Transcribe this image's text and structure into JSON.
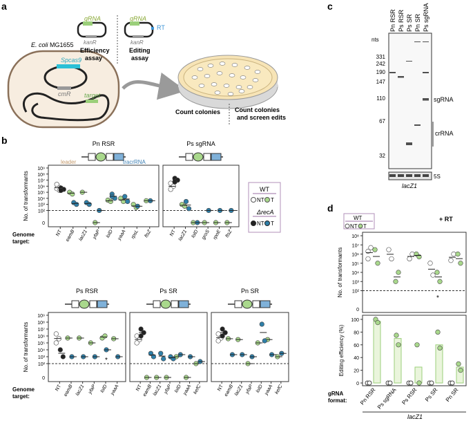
{
  "panel_letters": {
    "a": "a",
    "b": "b",
    "c": "c",
    "d": "d"
  },
  "panel_a": {
    "strain": "E. coli",
    "strain_suffix": " MG1655",
    "plasmid1_gene": "Spcas9",
    "plasmid1_marker": "cmR",
    "target_label": "target",
    "efficiency_plasmid": {
      "gene": "gRNA",
      "marker": "kanR",
      "label_line1": "Efficiency",
      "label_line2": "assay"
    },
    "editing_plasmid": {
      "gene": "gRNA",
      "marker": "kanR",
      "extra": "RT",
      "label_line1": "Editing",
      "label_line2": "assay"
    },
    "count1": "Count colonies",
    "count2_line1": "Count colonies",
    "count2_line2": "and screen edits"
  },
  "panel_b": {
    "leader_label": "leader",
    "tracr_label": "tracrRNA",
    "ylabel": "No. of transformants",
    "genome_target_label": "Genome\ntarget:",
    "yticks": [
      "10⁹",
      "10⁸",
      "10⁷",
      "10⁶",
      "10⁵",
      "10⁴",
      "10³",
      "10²"
    ],
    "legend": {
      "wt": "WT",
      "nt": "NT",
      "t": "T",
      "reca": "ΔrecA"
    },
    "subplots": [
      {
        "title": "Pn RSR",
        "targets": [
          "NT",
          "eamB",
          "lacZ1",
          "yfaP",
          "lolD",
          "yaaA",
          "rpsL",
          "ftsZ"
        ]
      },
      {
        "title": "Ps sgRNA",
        "targets": [
          "NT",
          "lacZ1",
          "lolD",
          "groS",
          "rpoE",
          "ftsZ"
        ]
      },
      {
        "title": "Ps RSR",
        "targets": [
          "NT",
          "eamB",
          "lacZ1",
          "yfaP",
          "lolD",
          "yaaA"
        ]
      },
      {
        "title": "Ps SR",
        "targets": [
          "NT",
          "eamB",
          "lacZ1",
          "yfaP",
          "lolD",
          "yaaA",
          "kefC"
        ]
      },
      {
        "title": "Pn SR",
        "targets": [
          "NT",
          "eamB",
          "lacZ1",
          "yfaP",
          "lolD",
          "yaaA",
          "kefC"
        ]
      }
    ],
    "asterisk": "*"
  },
  "panel_c": {
    "lanes": [
      "Pn RSR",
      "Ps RSR",
      "Ps SR",
      "Pn SR",
      "Ps sgRNA"
    ],
    "nts_label": "nts",
    "markers": [
      "331",
      "242",
      "190",
      "147",
      "110",
      "67",
      "32"
    ],
    "band_labels": {
      "sgrna": "sgRNA",
      "crrna": "crRNA",
      "s5": "5S"
    },
    "gene": "lacZ1"
  },
  "panel_d": {
    "legend": {
      "wt": "WT",
      "nt": "NT",
      "t": "T"
    },
    "plus_rt": "+ RT",
    "ylabel_top": "No. of transformants",
    "yticks_top": [
      "10⁸",
      "10⁷",
      "10⁶",
      "10⁵",
      "10⁴",
      "10³",
      "10²"
    ],
    "ylabel_bottom": "Editing efficiency (%)",
    "yticks_bottom": [
      "100",
      "80",
      "60",
      "40",
      "20",
      "0"
    ],
    "format_label": "gRNA\nformat:",
    "categories": [
      "Pn RSR",
      "Ps sgRNA",
      "Ps RSR",
      "Ps SR",
      "Pn SR"
    ],
    "gene": "lacZ1",
    "asterisk": "*"
  },
  "chart_data": [
    {
      "type": "scatter",
      "title": "Pn RSR",
      "ylabel": "No. of transformants",
      "categories": [
        "NT",
        "eamB",
        "lacZ1",
        "yfaP",
        "lolD",
        "yaaA",
        "rpsL",
        "ftsZ"
      ],
      "series": [
        {
          "name": "WT NT",
          "values": [
            [
              2000000.0,
              600000.0,
              400000.0,
              200000.0
            ]
          ]
        },
        {
          "name": "WT T",
          "values": [
            [],
            [
              100000.0,
              50000.0
            ],
            [
              100000.0
            ],
            [
              1
            ],
            [
              5000.0,
              3000.0
            ],
            [
              10000.0,
              3000.0
            ],
            [
              1000.0,
              300.0
            ],
            [
              4000.0
            ]
          ]
        },
        {
          "name": "ΔrecA NT",
          "values": [
            [
              500000.0,
              300000.0,
              200000.0
            ]
          ]
        },
        {
          "name": "ΔrecA T",
          "values": [
            [],
            [
              2000.0,
              1000.0
            ],
            [
              2000.0,
              1000.0
            ],
            [
              100.0
            ],
            [
              50000.0,
              10000.0,
              20000.0
            ],
            [
              20000.0,
              3000.0
            ],
            [
              500.0
            ],
            [
              4000.0
            ]
          ]
        }
      ],
      "yscale": "log",
      "ylim": [
        1,
        1000000000.0
      ]
    },
    {
      "type": "scatter",
      "title": "Ps sgRNA",
      "ylabel": "No. of transformants",
      "categories": [
        "NT",
        "lacZ1",
        "lolD",
        "groS",
        "rpoE",
        "ftsZ"
      ],
      "series": [
        {
          "name": "WT NT",
          "values": [
            [
              3000000.0,
              1000000.0,
              300000.0
            ]
          ]
        },
        {
          "name": "WT T",
          "values": [
            [],
            [
              1000.0,
              500.0
            ],
            [
              1
            ],
            [
              1
            ],
            [
              1
            ],
            [
              1
            ]
          ]
        },
        {
          "name": "ΔrecA NT",
          "values": [
            [
              20000000.0,
              10000000.0,
              5000000.0
            ]
          ]
        },
        {
          "name": "ΔrecA T",
          "values": [
            [],
            [
              3000.0,
              200.0
            ],
            [
              1
            ],
            [
              100.0
            ],
            [
              100.0
            ],
            [
              100.0
            ]
          ]
        }
      ],
      "yscale": "log",
      "ylim": [
        1,
        1000000000.0
      ]
    },
    {
      "type": "scatter",
      "title": "Ps RSR",
      "ylabel": "No. of transformants",
      "categories": [
        "NT",
        "eamB",
        "lacZ1",
        "yfaP",
        "lolD",
        "yaaA"
      ],
      "series": [
        {
          "name": "WT NT",
          "values": [
            [
              2000000.0,
              400000.0,
              100000.0
            ]
          ]
        },
        {
          "name": "WT T",
          "values": [
            [],
            [
              500000.0
            ],
            [
              500000.0
            ],
            [
              100000.0
            ],
            [
              500000.0,
              1000000.0
            ],
            [
              400000.0
            ]
          ]
        },
        {
          "name": "ΔrecA NT",
          "values": [
            [
              10000.0,
              1000.0
            ]
          ]
        },
        {
          "name": "ΔrecA T",
          "values": [
            [],
            [
              1000.0
            ],
            [
              1000.0
            ],
            [
              1000.0
            ],
            [
              10000.0
            ],
            [
              1000.0
            ]
          ]
        }
      ],
      "yscale": "log",
      "ylim": [
        1,
        1000000000.0
      ]
    },
    {
      "type": "scatter",
      "title": "Ps SR",
      "ylabel": "No. of transformants",
      "categories": [
        "NT",
        "eamB",
        "lacZ1",
        "yfaP",
        "lolD",
        "yaaA",
        "kefC"
      ],
      "series": [
        {
          "name": "WT NT",
          "values": [
            [
              1000000.0,
              300000.0,
              100000.0
            ]
          ]
        },
        {
          "name": "WT T",
          "values": [
            [],
            [
              1
            ],
            [
              1
            ],
            [
              1
            ],
            [
              1000.0
            ],
            [
              1
            ],
            [
              100.0
            ]
          ]
        },
        {
          "name": "ΔrecA NT",
          "values": [
            [
              10000000.0,
              3000000.0,
              1000000.0
            ]
          ]
        },
        {
          "name": "ΔrecA T",
          "values": [
            [],
            [
              3000.0,
              1000.0
            ],
            [
              3000.0,
              500.0
            ],
            [
              1000.0,
              500.0
            ],
            [
              2000.0
            ],
            [
              1000.0
            ],
            [
              200.0
            ]
          ]
        }
      ],
      "yscale": "log",
      "ylim": [
        1,
        1000000000.0
      ]
    },
    {
      "type": "scatter",
      "title": "Pn SR",
      "ylabel": "No. of transformants",
      "categories": [
        "NT",
        "eamB",
        "lacZ1",
        "yfaP",
        "lolD",
        "yaaA",
        "kefC"
      ],
      "series": [
        {
          "name": "WT NT",
          "values": [
            [
              2000000.0,
              500000.0,
              200000.0
            ]
          ]
        },
        {
          "name": "WT T",
          "values": [
            [],
            [
              400000.0
            ],
            [
              300000.0
            ],
            [
              100.0
            ],
            [
              100000.0
            ],
            [
              300000.0
            ],
            [
              1000.0
            ]
          ]
        },
        {
          "name": "ΔrecA NT",
          "values": [
            [
              10000000.0,
              3000000.0,
              1000000.0
            ]
          ]
        },
        {
          "name": "ΔrecA T",
          "values": [
            [],
            [
              2000.0
            ],
            [
              2000.0
            ],
            [
              1000.0
            ],
            [
              50000000.0,
              200000.0
            ],
            [
              2000.0
            ],
            [
              3000.0
            ]
          ]
        }
      ],
      "yscale": "log",
      "ylim": [
        1,
        1000000000.0
      ]
    },
    {
      "type": "scatter",
      "title": "",
      "ylabel": "No. of transformants",
      "categories": [
        "Pn RSR",
        "Ps sgRNA",
        "Ps RSR",
        "Ps SR",
        "Pn SR"
      ],
      "series": [
        {
          "name": "WT NT",
          "values": [
            [
              2000000.0,
              5000000.0,
              300000.0
            ],
            [
              3000000.0,
              300000.0
            ],
            [
              300000.0,
              1000000.0
            ],
            [
              100000.0,
              5000.0
            ],
            [
              200000.0,
              1000000.0
            ]
          ]
        },
        {
          "name": "WT T",
          "values": [
            [
              3000000.0,
              100000.0
            ],
            [
              1000.0,
              10000.0
            ],
            [
              1000000.0,
              500000.0
            ],
            [
              10000.0,
              1000.0
            ],
            [
              1000000.0,
              100000.0
            ]
          ]
        }
      ],
      "yscale": "log",
      "ylim": [
        1,
        100000000.0
      ]
    },
    {
      "type": "bar",
      "title": "",
      "ylabel": "Editing efficiency (%)",
      "categories": [
        "Pn RSR",
        "Ps sgRNA",
        "Ps RSR",
        "Ps SR",
        "Pn SR"
      ],
      "series": [
        {
          "name": "NT",
          "values": [
            0,
            0,
            0,
            0,
            0
          ]
        },
        {
          "name": "T",
          "values": [
            97,
            70,
            25,
            60,
            25
          ],
          "points": [
            [
              100,
              95
            ],
            [
              75,
              60
            ],
            [
              60,
              0
            ],
            [
              80,
              55
            ],
            [
              30,
              20
            ]
          ]
        }
      ],
      "ylim": [
        0,
        100
      ]
    }
  ]
}
